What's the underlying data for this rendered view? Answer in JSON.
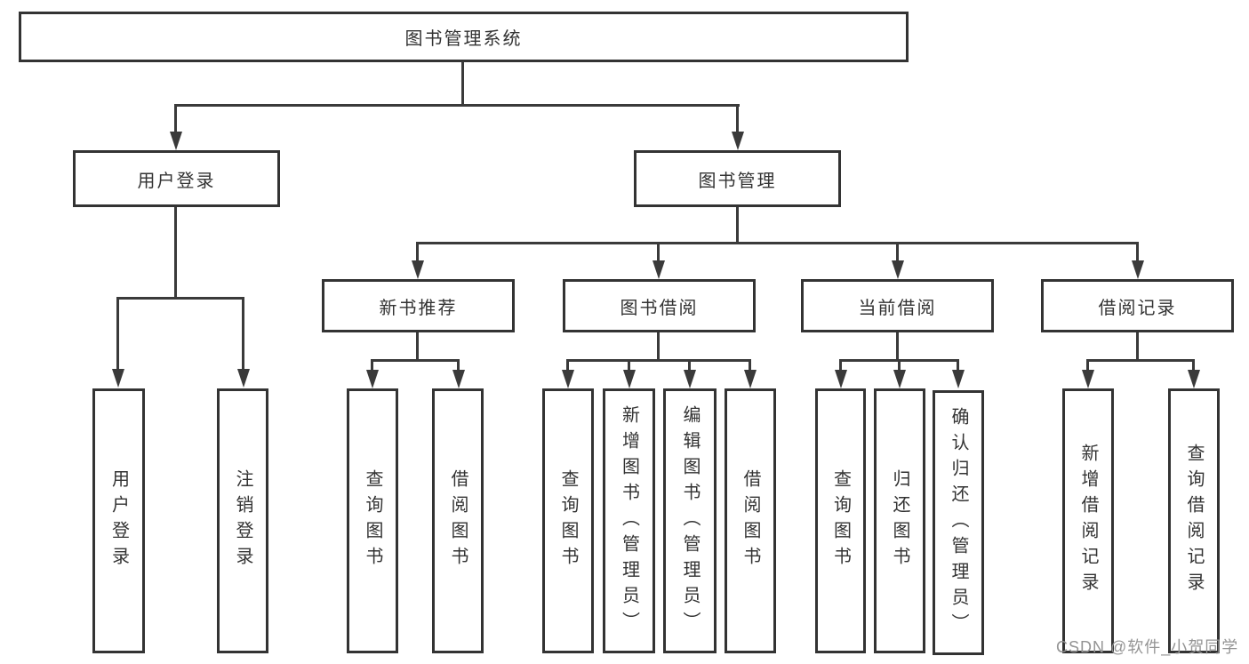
{
  "diagram": {
    "title": "图书管理系统",
    "root": {
      "label": "图书管理系统"
    },
    "branches": [
      {
        "label": "用户登录",
        "children": [
          {
            "label": "用户登录"
          },
          {
            "label": "注销登录"
          }
        ]
      },
      {
        "label": "图书管理",
        "children": [
          {
            "label": "新书推荐",
            "children": [
              {
                "label": "查询图书"
              },
              {
                "label": "借阅图书"
              }
            ]
          },
          {
            "label": "图书借阅",
            "children": [
              {
                "label": "查询图书"
              },
              {
                "label": "新增图书（管理员）"
              },
              {
                "label": "编辑图书（管理员）"
              },
              {
                "label": "借阅图书"
              }
            ]
          },
          {
            "label": "当前借阅",
            "children": [
              {
                "label": "查询图书"
              },
              {
                "label": "归还图书"
              },
              {
                "label": "确认归还（管理员）"
              }
            ]
          },
          {
            "label": "借阅记录",
            "children": [
              {
                "label": "新增借阅记录"
              },
              {
                "label": "查询借阅记录"
              }
            ]
          }
        ]
      }
    ]
  },
  "watermark": {
    "text": "CSDN @软件_小贺同学"
  },
  "colors": {
    "line": "#3a3a3a",
    "box_border": "#333333",
    "text": "#333333",
    "background": "#ffffff",
    "watermark": "#949494"
  }
}
